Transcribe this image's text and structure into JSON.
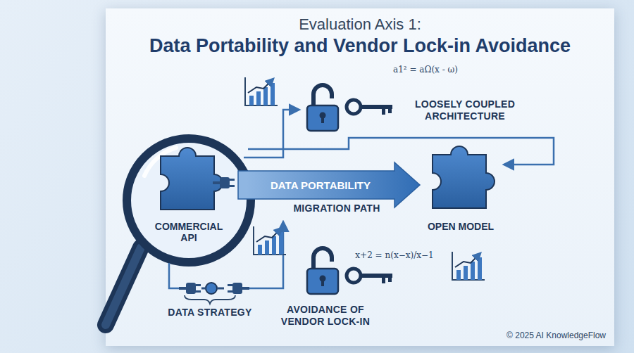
{
  "diagram": {
    "title": "Evaluation Axis 1:",
    "nodes": [
      {
        "text": [
          "COMMERCIAL API"
        ]
      },
      {
        "text": [
          "OPEN MODEL"
        ]
      }
    ],
    "edges": [
      {
        "from": 0,
        "to": 1,
        "arrow": "to",
        "label": "DATA PORTABILITY"
      }
    ],
    "labels": [
      "Data Portability and Vendor Lock-in Avoidance",
      "MIGRATION PATH",
      "LOOSELY COUPLED ARCHITECTURE",
      "DATA STRATEGY",
      "AVOIDANCE OF VENDOR LOCK-IN",
      "a1² = aΩ(x - ω)",
      "x+2 = n(x−x)/x−1",
      "© 2025 AI KnowledgeFlow"
    ]
  }
}
